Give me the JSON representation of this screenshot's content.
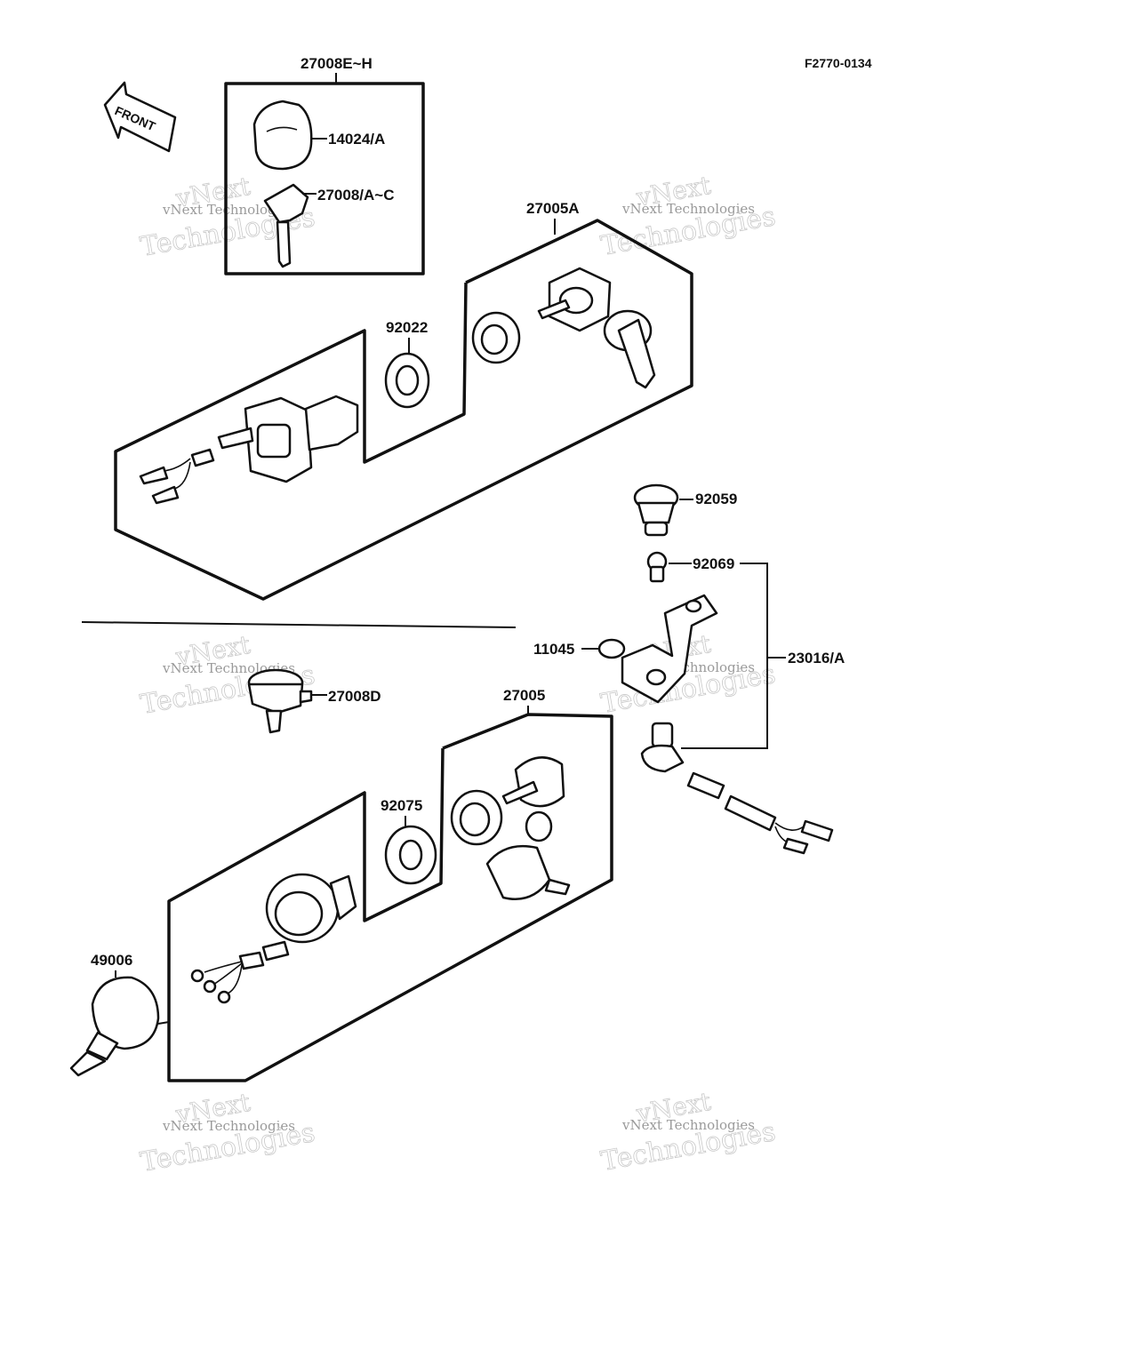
{
  "figure_code": "F2770-0134",
  "front_label": "FRONT",
  "watermark": {
    "small": "vNext Technologies",
    "large_line1": "vNext",
    "large_line2": "Technologies"
  },
  "callouts": {
    "key_set_top": "27008E~H",
    "key_cover": "14024/A",
    "key_blank": "27008/A~C",
    "switch_upper": "27005A",
    "washer_upper": "92022",
    "cap_92059": "92059",
    "bulb_92069": "92069",
    "bracket_11045": "11045",
    "socket_23016": "23016/A",
    "key_27008D": "27008D",
    "switch_lower": "27005",
    "washer_lower": "92075",
    "part_49006": "49006"
  }
}
